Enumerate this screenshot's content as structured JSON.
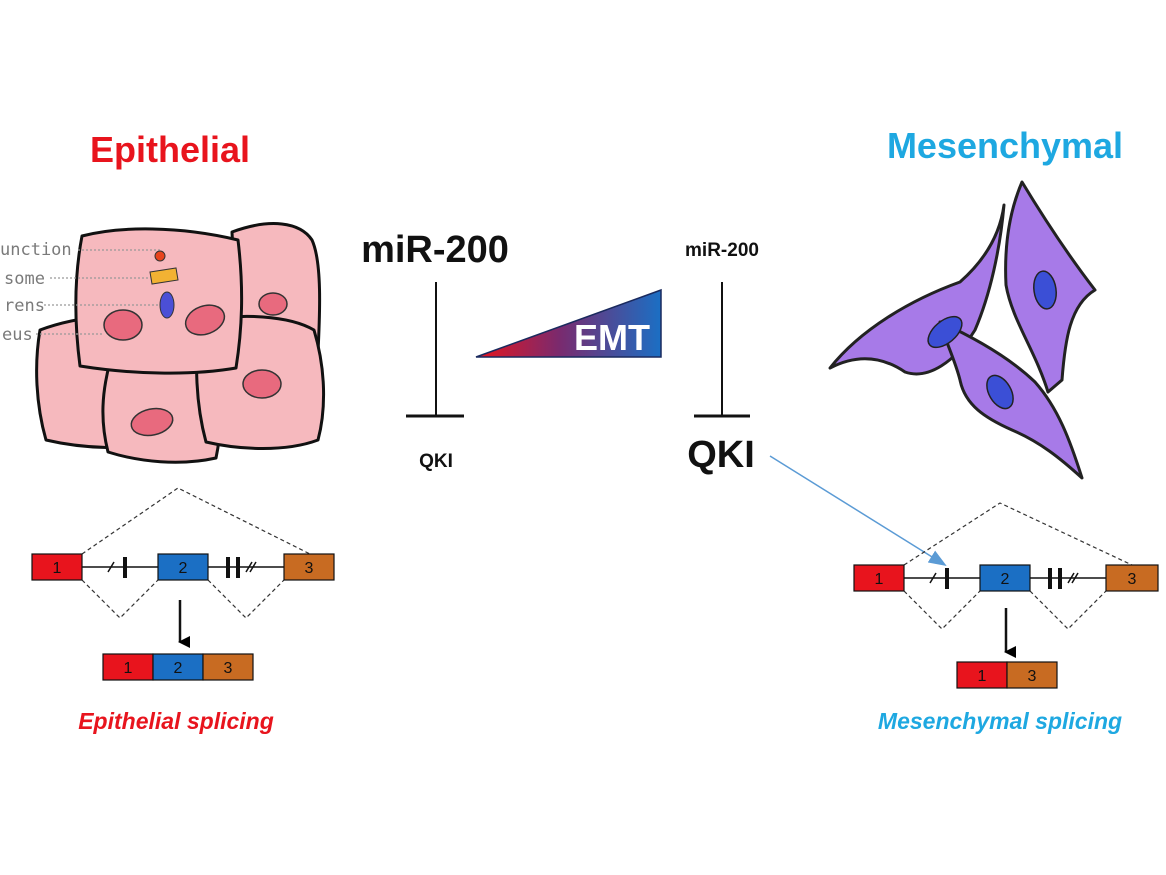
{
  "colors": {
    "epithelial": "#e8141d",
    "mesenchymal": "#1ea8e1",
    "exon1": "#e8141d",
    "exon2": "#1b6fc4",
    "exon3": "#c86b22",
    "epi_cell": "#f6b9be",
    "epi_nucleus": "#e86a7e",
    "mes_cell": "#a77ae8",
    "mes_nucleus": "#3b4fd6",
    "arrow_blue": "#5b9bd5"
  },
  "epithelial": {
    "title": "Epithelial",
    "cell_part_labels": [
      "unction",
      "some",
      "rens",
      "eus"
    ],
    "splicing_label": "Epithelial splicing",
    "pre_mrna_exons": [
      "1",
      "2",
      "3"
    ],
    "mrna_exons": [
      "1",
      "2",
      "3"
    ]
  },
  "mesenchymal": {
    "title": "Mesenchymal",
    "splicing_label": "Mesenchymal splicing",
    "pre_mrna_exons": [
      "1",
      "2",
      "3"
    ],
    "mrna_exons": [
      "1",
      "3"
    ]
  },
  "center": {
    "left_mir": "miR-200",
    "left_qki": "QKI",
    "right_mir": "miR-200",
    "right_qki": "QKI",
    "emt_label": "EMT"
  }
}
